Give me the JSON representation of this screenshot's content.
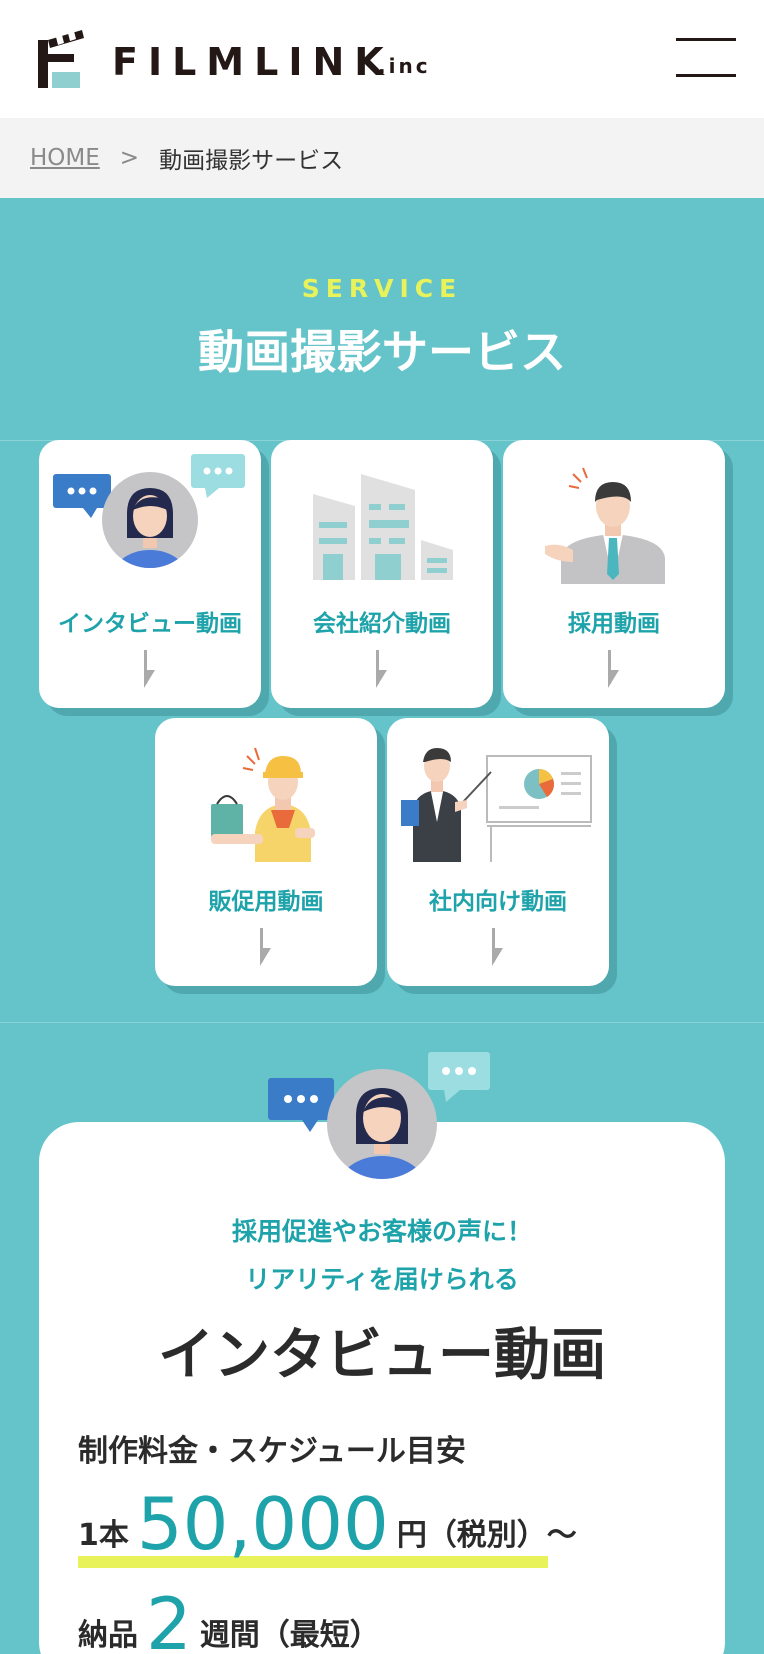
{
  "header": {
    "logo_text": "FILMLINK",
    "logo_suffix": ".inc"
  },
  "breadcrumb": {
    "home": "HOME",
    "separator": ">",
    "current": "動画撮影サービス"
  },
  "hero": {
    "eyebrow": "SERVICE",
    "title": "動画撮影サービス"
  },
  "services": [
    {
      "label": "インタビュー動画",
      "icon": "interview-icon"
    },
    {
      "label": "会社紹介動画",
      "icon": "buildings-icon"
    },
    {
      "label": "採用動画",
      "icon": "businessman-icon"
    },
    {
      "label": "販促用動画",
      "icon": "shop-staff-icon"
    },
    {
      "label": "社内向け動画",
      "icon": "presentation-icon"
    }
  ],
  "detail": {
    "lead_line1": "採用促進やお客様の声に！",
    "lead_line2": "リアリティを届けられる",
    "title": "インタビュー動画",
    "subhead": "制作料金・スケジュール目安",
    "price_prefix": "1本",
    "price_value": "50,000",
    "price_suffix": "円（税別）〜",
    "delivery_prefix": "納品",
    "delivery_value": "2",
    "delivery_suffix": "週間（最短）"
  },
  "colors": {
    "teal": "#65c4c9",
    "accent_text": "#1ea3aa",
    "highlight": "#e8f25a"
  }
}
